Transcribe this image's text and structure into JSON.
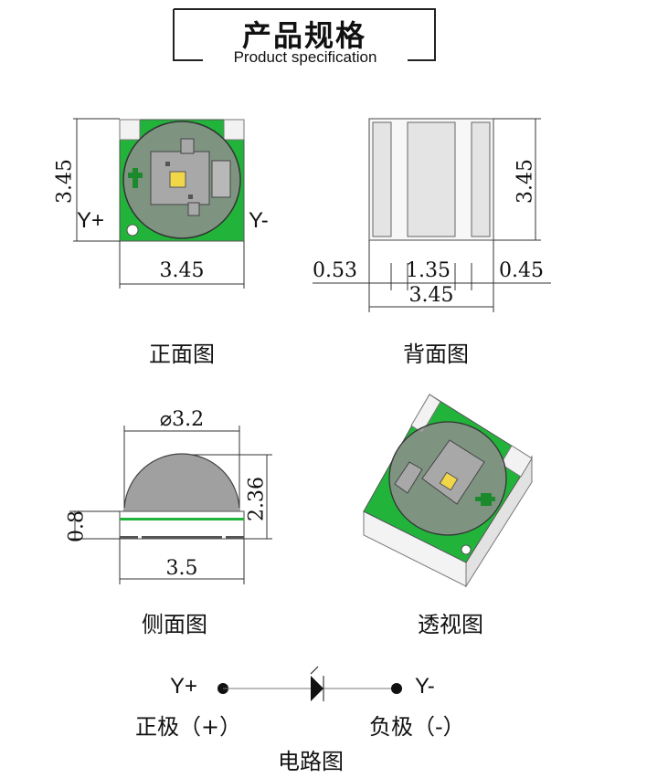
{
  "header": {
    "title": "产品规格",
    "subtitle": "Product specification"
  },
  "front_view": {
    "caption": "正面图",
    "height_dim": "3.45",
    "width_dim": "3.45",
    "pos_label": "Y+",
    "neg_label": "Y-"
  },
  "back_view": {
    "caption": "背面图",
    "height_dim": "3.45",
    "pad_left_dim": "0.53",
    "pad_center_dim": "1.35",
    "pad_right_dim": "0.45",
    "total_width_dim": "3.45"
  },
  "side_view": {
    "caption": "侧面图",
    "diameter_dim": "⌀3.2",
    "lens_height_dim": "2.36",
    "base_height_dim": "0.8",
    "width_dim": "3.5"
  },
  "perspective_view": {
    "caption": "透视图"
  },
  "circuit": {
    "caption": "电路图",
    "pos_label": "Y+",
    "neg_label": "Y-",
    "pos_pole": "正极（+）",
    "neg_pole": "负极（-）"
  },
  "colors": {
    "pcb_green": "#22b43a",
    "lens_gray": "#9a9a9a",
    "die_yellow": "#f2d64a",
    "pad_gray": "#e6e6e6"
  }
}
